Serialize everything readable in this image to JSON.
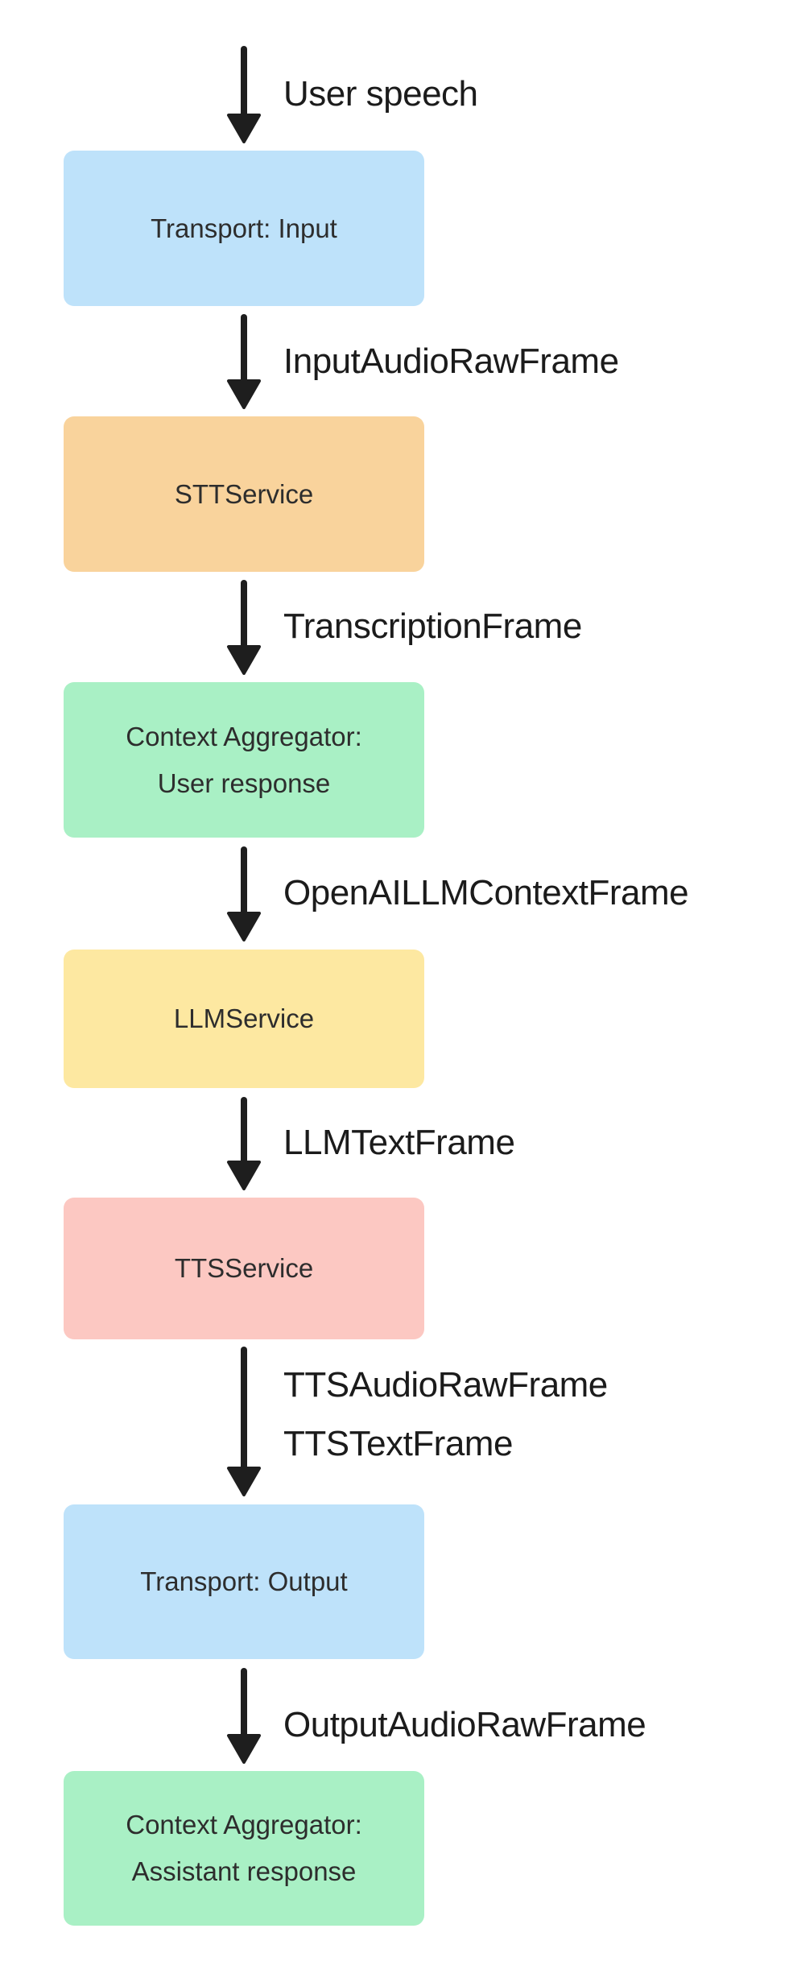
{
  "diagram": {
    "description": "Voice pipeline flow diagram",
    "colors": {
      "transport": "#BEE2FA",
      "stt": "#F9D39C",
      "context_aggregator": "#A9F0C5",
      "llm": "#FDE8A1",
      "tts": "#FCC8C2",
      "arrow": "#1e1e1e",
      "node_text": "#2d2d2d",
      "edge_text": "#1b1b1b",
      "background": "#ffffff"
    },
    "nodes": [
      {
        "id": "transport-input",
        "label": "Transport: Input",
        "label2": "",
        "color": "#BEE2FA"
      },
      {
        "id": "stt-service",
        "label": "STTService",
        "label2": "",
        "color": "#F9D39C"
      },
      {
        "id": "context-aggregator-user",
        "label": "Context Aggregator:",
        "label2": "User response",
        "color": "#A9F0C5"
      },
      {
        "id": "llm-service",
        "label": "LLMService",
        "label2": "",
        "color": "#FDE8A1"
      },
      {
        "id": "tts-service",
        "label": "TTSService",
        "label2": "",
        "color": "#FCC8C2"
      },
      {
        "id": "transport-output",
        "label": "Transport: Output",
        "label2": "",
        "color": "#BEE2FA"
      },
      {
        "id": "context-aggregator-assistant",
        "label": "Context Aggregator:",
        "label2": "Assistant response",
        "color": "#A9F0C5"
      }
    ],
    "edges": [
      {
        "label": "User speech",
        "label2": ""
      },
      {
        "label": "InputAudioRawFrame",
        "label2": ""
      },
      {
        "label": "TranscriptionFrame",
        "label2": ""
      },
      {
        "label": "OpenAILLMContextFrame",
        "label2": ""
      },
      {
        "label": "LLMTextFrame",
        "label2": ""
      },
      {
        "label": "TTSAudioRawFrame",
        "label2": "TTSTextFrame"
      },
      {
        "label": "OutputAudioRawFrame",
        "label2": ""
      }
    ]
  }
}
